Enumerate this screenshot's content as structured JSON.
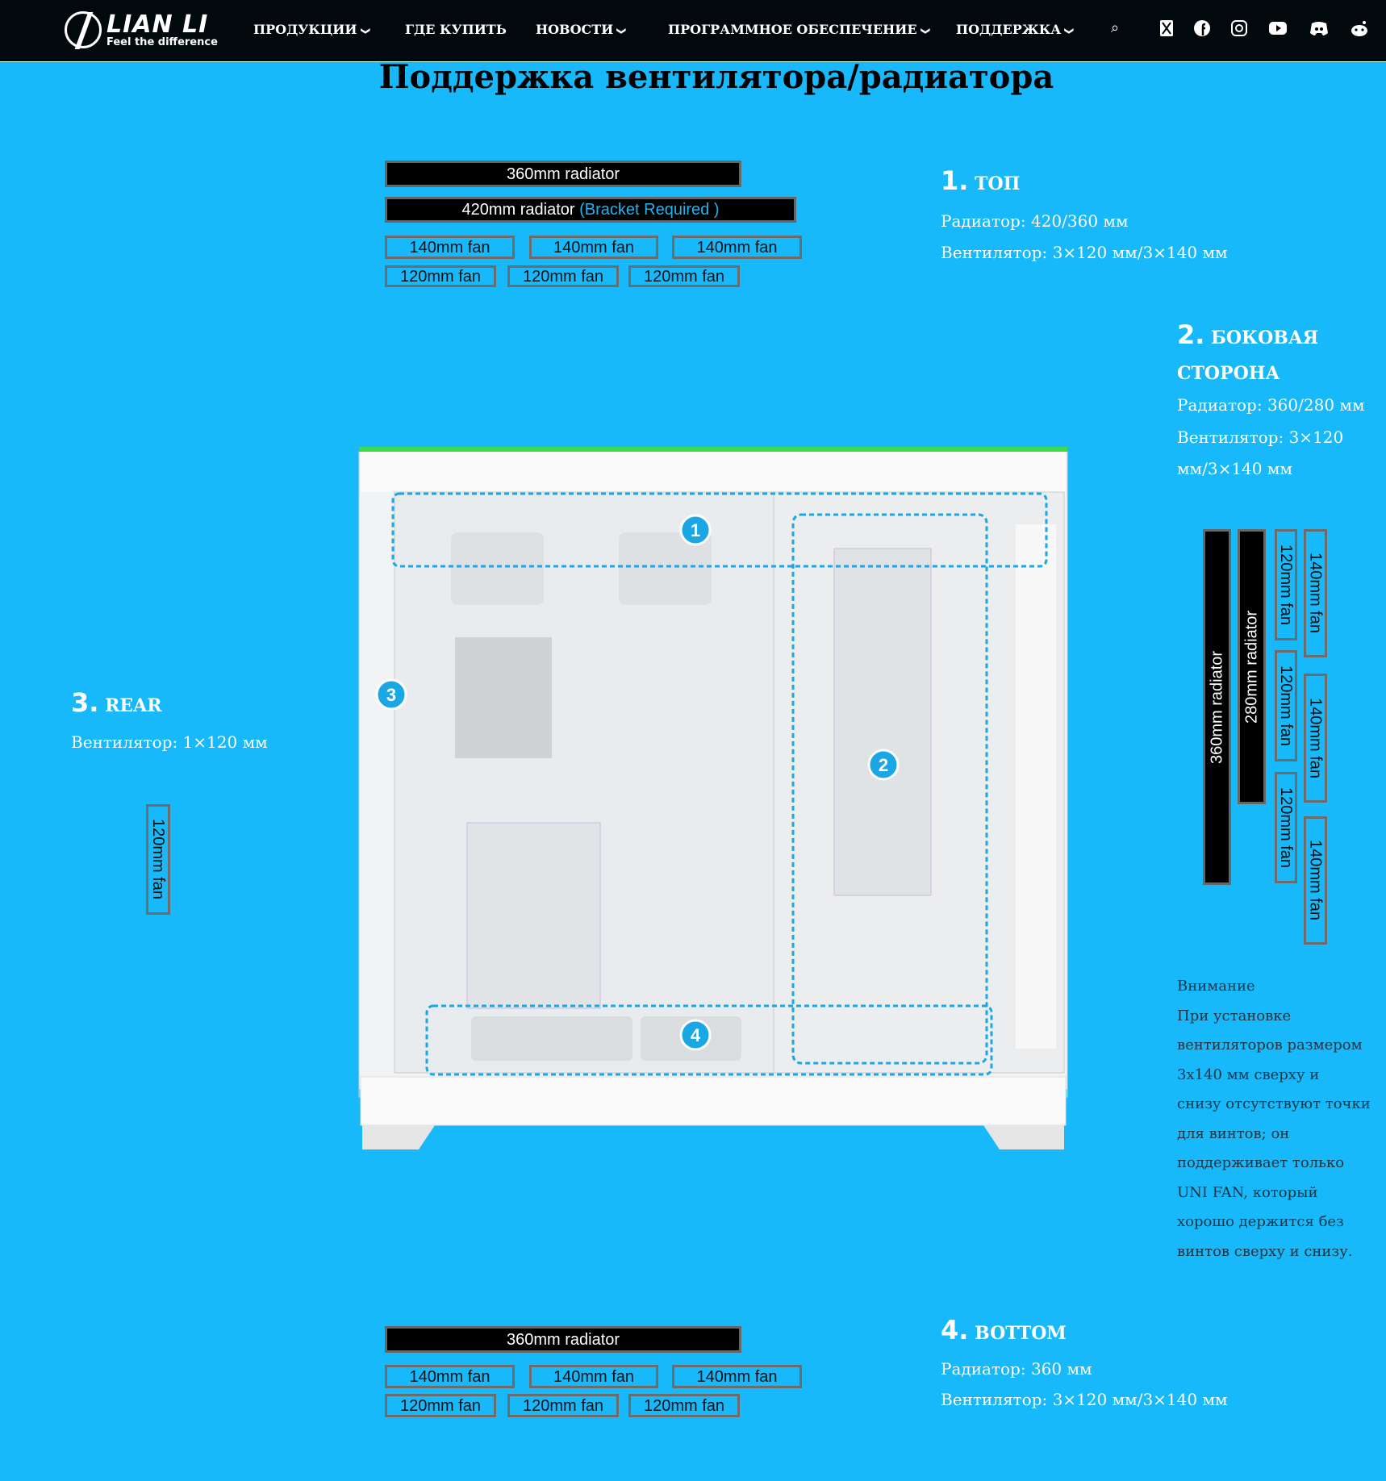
{
  "nav": {
    "logo_main": "LIAN LI",
    "logo_tagline": "Feel the difference",
    "items": [
      {
        "label": "ПРОДУКЦИИ",
        "dropdown": true
      },
      {
        "label": "ГДЕ КУПИТЬ",
        "dropdown": false
      },
      {
        "label": "НОВОСТИ",
        "dropdown": true
      },
      {
        "label": "ПРОГРАММНОЕ ОБЕСПЕЧЕНИЕ",
        "dropdown": true
      },
      {
        "label": "ПОДДЕРЖКА",
        "dropdown": true
      }
    ],
    "icons": [
      "search-icon",
      "x-icon",
      "facebook-icon",
      "instagram-icon",
      "youtube-icon",
      "discord-icon",
      "reddit-icon"
    ]
  },
  "page_title": "Поддержка вентилятора/радиатора",
  "top": {
    "rad360": "360mm radiator",
    "rad420": "420mm radiator",
    "bracket": "(Bracket Required )",
    "fan140": "140mm fan",
    "fan120": "120mm fan"
  },
  "side": {
    "rad360": "360mm radiator",
    "rad280": "280mm radiator",
    "fan120": "120mm fan",
    "fan140": "140mm fan"
  },
  "rear": {
    "fan120": "120mm fan"
  },
  "bottom": {
    "rad360": "360mm radiator",
    "fan140": "140mm fan",
    "fan120": "120mm fan"
  },
  "sections": {
    "s1": {
      "num": "1.",
      "name": "ТОП",
      "radiator": "Радиатор: 420/360 мм",
      "fan": "Вентилятор: 3×120 мм/3×140 мм"
    },
    "s2": {
      "num": "2.",
      "name1": "БОКОВАЯ",
      "name2": "СТОРОНА",
      "radiator": "Радиатор: 360/280 мм",
      "fan1": "Вентилятор: 3×120",
      "fan2": "мм/3×140 мм"
    },
    "s3": {
      "num": "3.",
      "name": "REAR",
      "fan": "Вентилятор: 1×120 мм"
    },
    "s4": {
      "num": "4.",
      "name": "BOTTOM",
      "radiator": "Радиатор: 360 мм",
      "fan": "Вентилятор: 3×120 мм/3×140 мм"
    }
  },
  "note": {
    "lines": [
      "Внимание",
      "При установке",
      "вентиляторов размером",
      "3x140 мм сверху и",
      "снизу отсутствуют точки",
      "для винтов; он",
      "поддерживает только",
      "UNI FAN, который",
      "хорошо держится без",
      "винтов сверху и снизу."
    ]
  },
  "diagram": {
    "markers": [
      "1",
      "2",
      "3",
      "4"
    ]
  },
  "colors": {
    "background": "#17b9fb",
    "nav": "#02090d",
    "bracket": "#1fb3f0"
  }
}
